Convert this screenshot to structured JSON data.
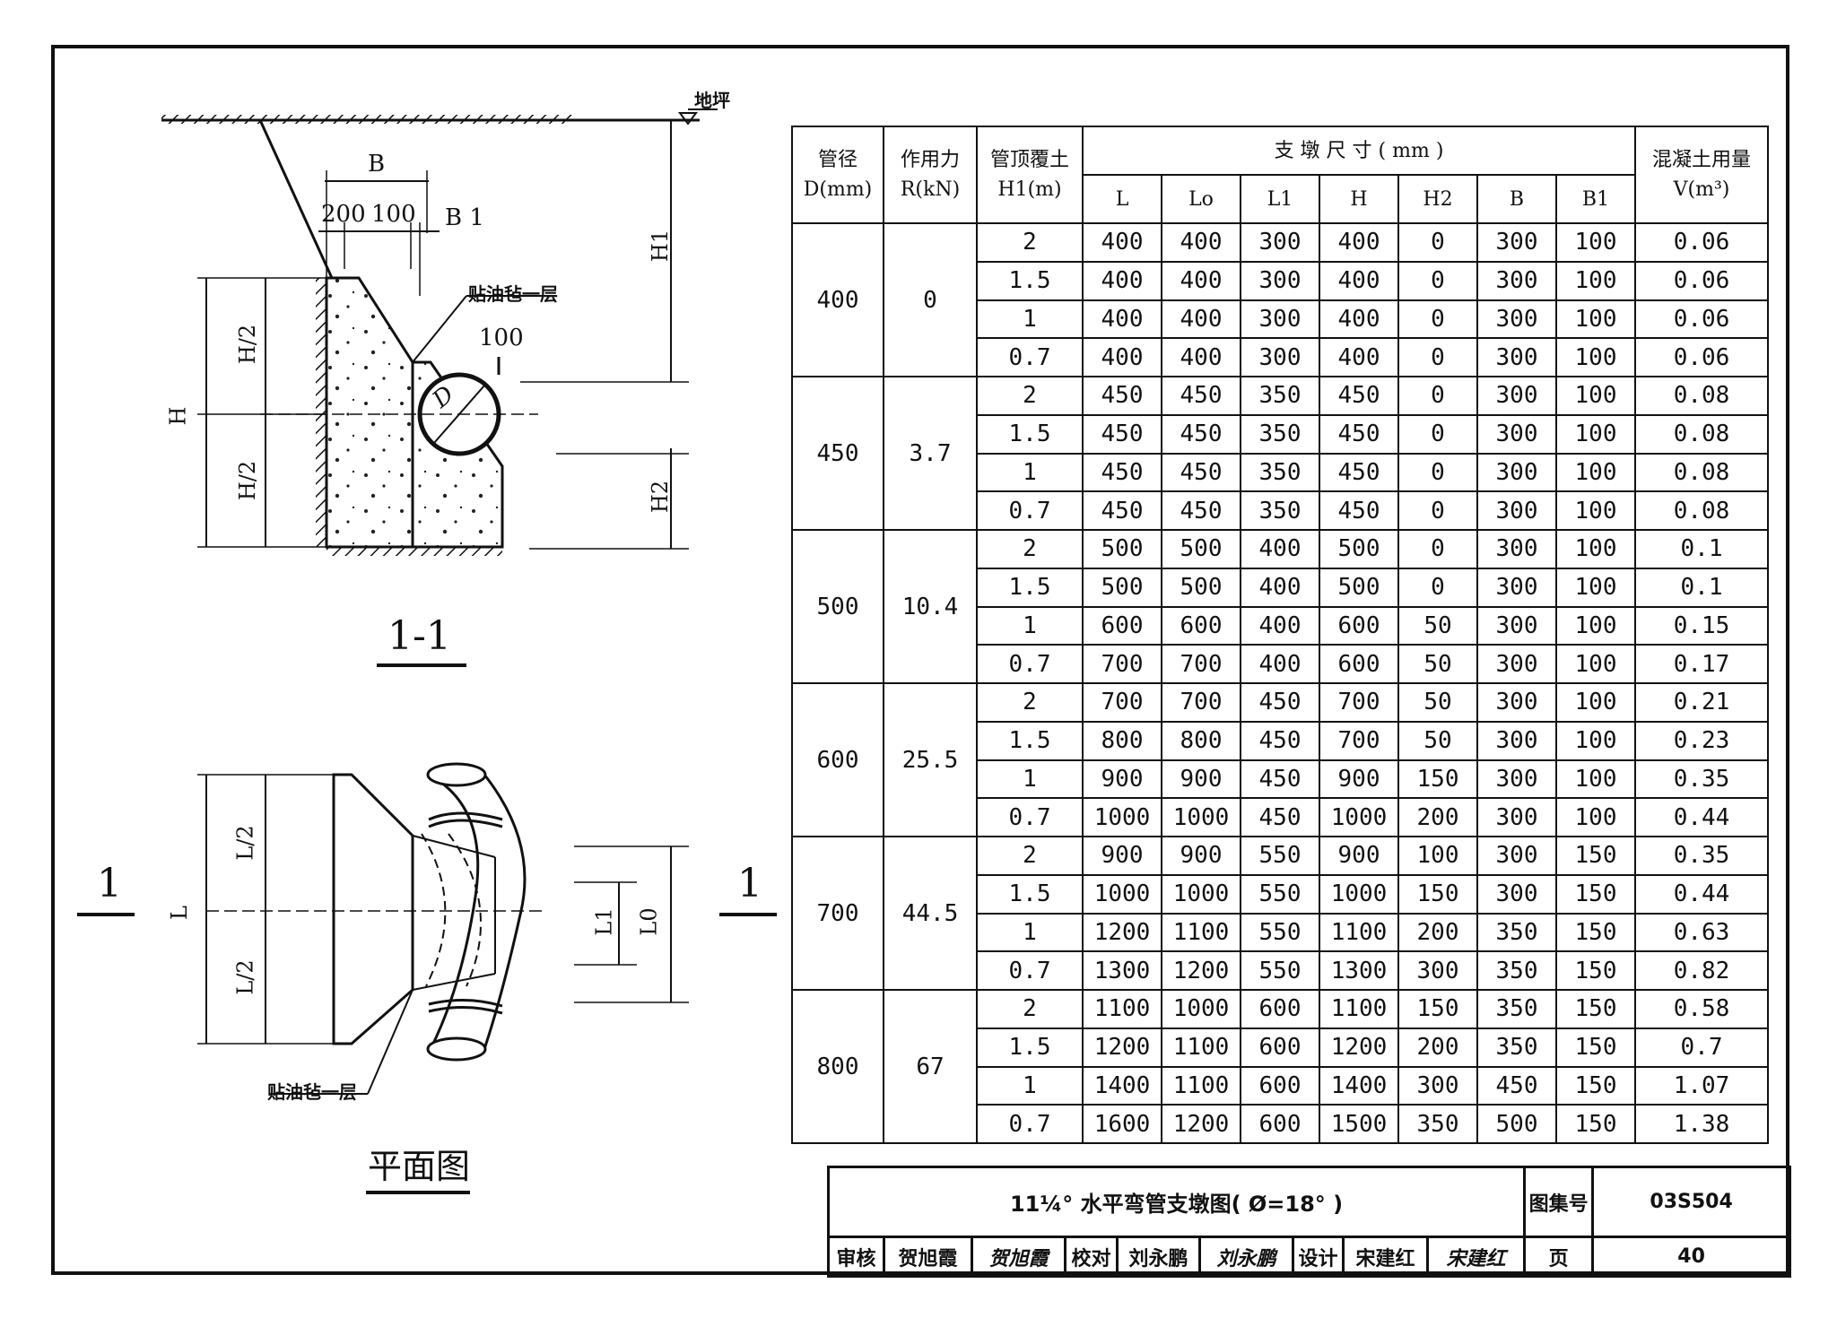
{
  "section_1_1": {
    "label": "1-1",
    "ground_label": "地坪",
    "dim_B": "B",
    "dim_200": "200",
    "dim_100a": "100",
    "dim_B1": "B 1",
    "dim_100b": "100",
    "dim_H": "H",
    "dim_H_half_top": "H/2",
    "dim_H_half_bottom": "H/2",
    "dim_H1": "H1",
    "dim_H2": "H2",
    "dim_D": "D",
    "felt_note": "贴油毡一层"
  },
  "plan": {
    "label": "平面图",
    "section_mark_left": "1",
    "section_mark_right": "1",
    "dim_L": "L",
    "dim_L_half_top": "L/2",
    "dim_L_half_bottom": "L/2",
    "dim_L1": "L1",
    "dim_L0": "L0",
    "felt_note": "贴油毡一层"
  },
  "table": {
    "headers": {
      "diameter": "管径",
      "diameter_unit": "D(mm)",
      "force": "作用力",
      "force_unit": "R(kN)",
      "cover": "管顶覆土",
      "cover_unit": "H1(m)",
      "dims_group": "支 墩 尺 寸 ( mm )",
      "L": "L",
      "Lo": "Lo",
      "L1": "L1",
      "H": "H",
      "H2": "H2",
      "B": "B",
      "B1": "B1",
      "volume": "混凝土用量",
      "volume_unit": "V(m³)"
    },
    "groups": [
      {
        "d": "400",
        "r": "0",
        "rows": [
          [
            "2",
            "400",
            "400",
            "300",
            "400",
            "0",
            "300",
            "100",
            "0.06"
          ],
          [
            "1.5",
            "400",
            "400",
            "300",
            "400",
            "0",
            "300",
            "100",
            "0.06"
          ],
          [
            "1",
            "400",
            "400",
            "300",
            "400",
            "0",
            "300",
            "100",
            "0.06"
          ],
          [
            "0.7",
            "400",
            "400",
            "300",
            "400",
            "0",
            "300",
            "100",
            "0.06"
          ]
        ]
      },
      {
        "d": "450",
        "r": "3.7",
        "rows": [
          [
            "2",
            "450",
            "450",
            "350",
            "450",
            "0",
            "300",
            "100",
            "0.08"
          ],
          [
            "1.5",
            "450",
            "450",
            "350",
            "450",
            "0",
            "300",
            "100",
            "0.08"
          ],
          [
            "1",
            "450",
            "450",
            "350",
            "450",
            "0",
            "300",
            "100",
            "0.08"
          ],
          [
            "0.7",
            "450",
            "450",
            "350",
            "450",
            "0",
            "300",
            "100",
            "0.08"
          ]
        ]
      },
      {
        "d": "500",
        "r": "10.4",
        "rows": [
          [
            "2",
            "500",
            "500",
            "400",
            "500",
            "0",
            "300",
            "100",
            "0.1"
          ],
          [
            "1.5",
            "500",
            "500",
            "400",
            "500",
            "0",
            "300",
            "100",
            "0.1"
          ],
          [
            "1",
            "600",
            "600",
            "400",
            "600",
            "50",
            "300",
            "100",
            "0.15"
          ],
          [
            "0.7",
            "700",
            "700",
            "400",
            "600",
            "50",
            "300",
            "100",
            "0.17"
          ]
        ]
      },
      {
        "d": "600",
        "r": "25.5",
        "rows": [
          [
            "2",
            "700",
            "700",
            "450",
            "700",
            "50",
            "300",
            "100",
            "0.21"
          ],
          [
            "1.5",
            "800",
            "800",
            "450",
            "700",
            "50",
            "300",
            "100",
            "0.23"
          ],
          [
            "1",
            "900",
            "900",
            "450",
            "900",
            "150",
            "300",
            "100",
            "0.35"
          ],
          [
            "0.7",
            "1000",
            "1000",
            "450",
            "1000",
            "200",
            "300",
            "100",
            "0.44"
          ]
        ]
      },
      {
        "d": "700",
        "r": "44.5",
        "rows": [
          [
            "2",
            "900",
            "900",
            "550",
            "900",
            "100",
            "300",
            "150",
            "0.35"
          ],
          [
            "1.5",
            "1000",
            "1000",
            "550",
            "1000",
            "150",
            "300",
            "150",
            "0.44"
          ],
          [
            "1",
            "1200",
            "1100",
            "550",
            "1100",
            "200",
            "350",
            "150",
            "0.63"
          ],
          [
            "0.7",
            "1300",
            "1200",
            "550",
            "1300",
            "300",
            "350",
            "150",
            "0.82"
          ]
        ]
      },
      {
        "d": "800",
        "r": "67",
        "rows": [
          [
            "2",
            "1100",
            "1000",
            "600",
            "1100",
            "150",
            "350",
            "150",
            "0.58"
          ],
          [
            "1.5",
            "1200",
            "1100",
            "600",
            "1200",
            "200",
            "350",
            "150",
            "0.7"
          ],
          [
            "1",
            "1400",
            "1100",
            "600",
            "1400",
            "300",
            "450",
            "150",
            "1.07"
          ],
          [
            "0.7",
            "1600",
            "1200",
            "600",
            "1500",
            "350",
            "500",
            "150",
            "1.38"
          ]
        ]
      }
    ]
  },
  "title_block": {
    "title": "11¼° 水平弯管支墩图( Ø=18° )",
    "atlas_label": "图集号",
    "atlas_no": "03S504",
    "review_label": "审核",
    "reviewer": "贺旭霞",
    "reviewer_sig": "贺旭霞",
    "check_label": "校对",
    "checker": "刘永鹏",
    "checker_sig": "刘永鹏",
    "design_label": "设计",
    "designer": "宋建红",
    "designer_sig": "宋建红",
    "page_label": "页",
    "page_no": "40"
  }
}
